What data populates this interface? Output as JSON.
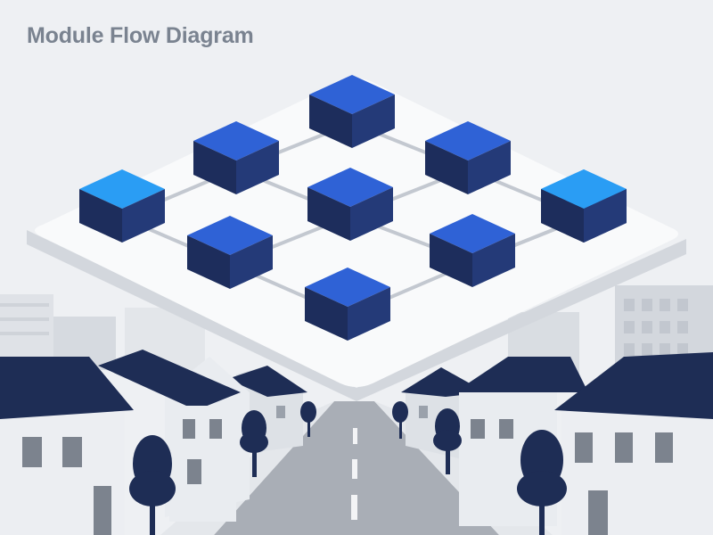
{
  "title": "Module Flow Diagram",
  "colors": {
    "background": "#eef0f3",
    "title": "#7a8390",
    "platform_top": "#f9fafb",
    "platform_edge": "#d3d7dd",
    "cube_top_bright": "#2a9df4",
    "cube_top_mid": "#2f62d6",
    "cube_side_dark": "#1d2d5c",
    "connector": "#c3c8d0",
    "roof": "#1e2d55",
    "house_wall": "#e9ecf0",
    "tree": "#1e2d55",
    "road": "#a9aeb6"
  },
  "diagram": {
    "modules": [
      {
        "id": "m1",
        "tone": "mid"
      },
      {
        "id": "m2",
        "tone": "mid"
      },
      {
        "id": "m3",
        "tone": "mid"
      },
      {
        "id": "m4",
        "tone": "bright"
      },
      {
        "id": "m5",
        "tone": "mid"
      },
      {
        "id": "m6",
        "tone": "bright"
      },
      {
        "id": "m7",
        "tone": "mid"
      },
      {
        "id": "m8",
        "tone": "mid"
      },
      {
        "id": "m9",
        "tone": "bright"
      },
      {
        "id": "m10",
        "tone": "mid"
      }
    ],
    "links": [
      [
        "m1",
        "m2"
      ],
      [
        "m1",
        "m3"
      ],
      [
        "m2",
        "m4"
      ],
      [
        "m2",
        "m5"
      ],
      [
        "m3",
        "m5"
      ],
      [
        "m3",
        "m6"
      ],
      [
        "m4",
        "m7"
      ],
      [
        "m5",
        "m7"
      ],
      [
        "m5",
        "m8"
      ],
      [
        "m6",
        "m8"
      ],
      [
        "m7",
        "m10"
      ],
      [
        "m8",
        "m10"
      ],
      [
        "m8",
        "m9"
      ]
    ]
  }
}
